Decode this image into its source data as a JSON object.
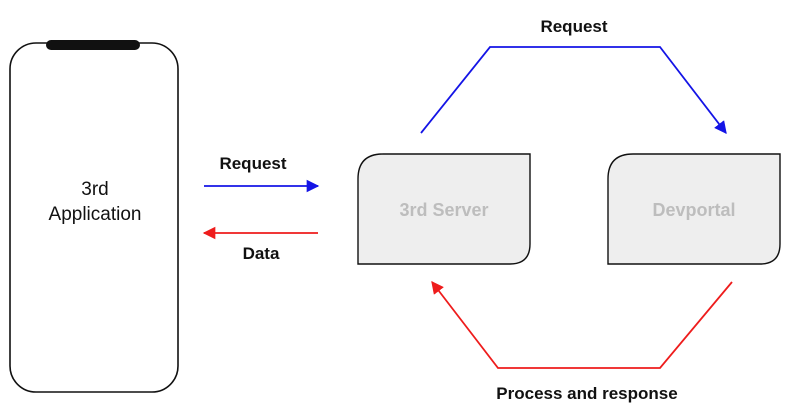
{
  "phone": {
    "label_line1": "3rd",
    "label_line2": "Application"
  },
  "nodes": {
    "server": "3rd Server",
    "devportal": "Devportal"
  },
  "edges": {
    "app_to_server": "Request",
    "server_to_app": "Data",
    "server_to_devportal": "Request",
    "devportal_to_server": "Process and response"
  },
  "colors": {
    "request_arrow": "#1414e6",
    "response_arrow": "#ee1c1c",
    "box_fill": "#eeeeee",
    "box_stroke": "#111111",
    "box_text": "#bdbdbd",
    "phone_notch": "#111111"
  }
}
